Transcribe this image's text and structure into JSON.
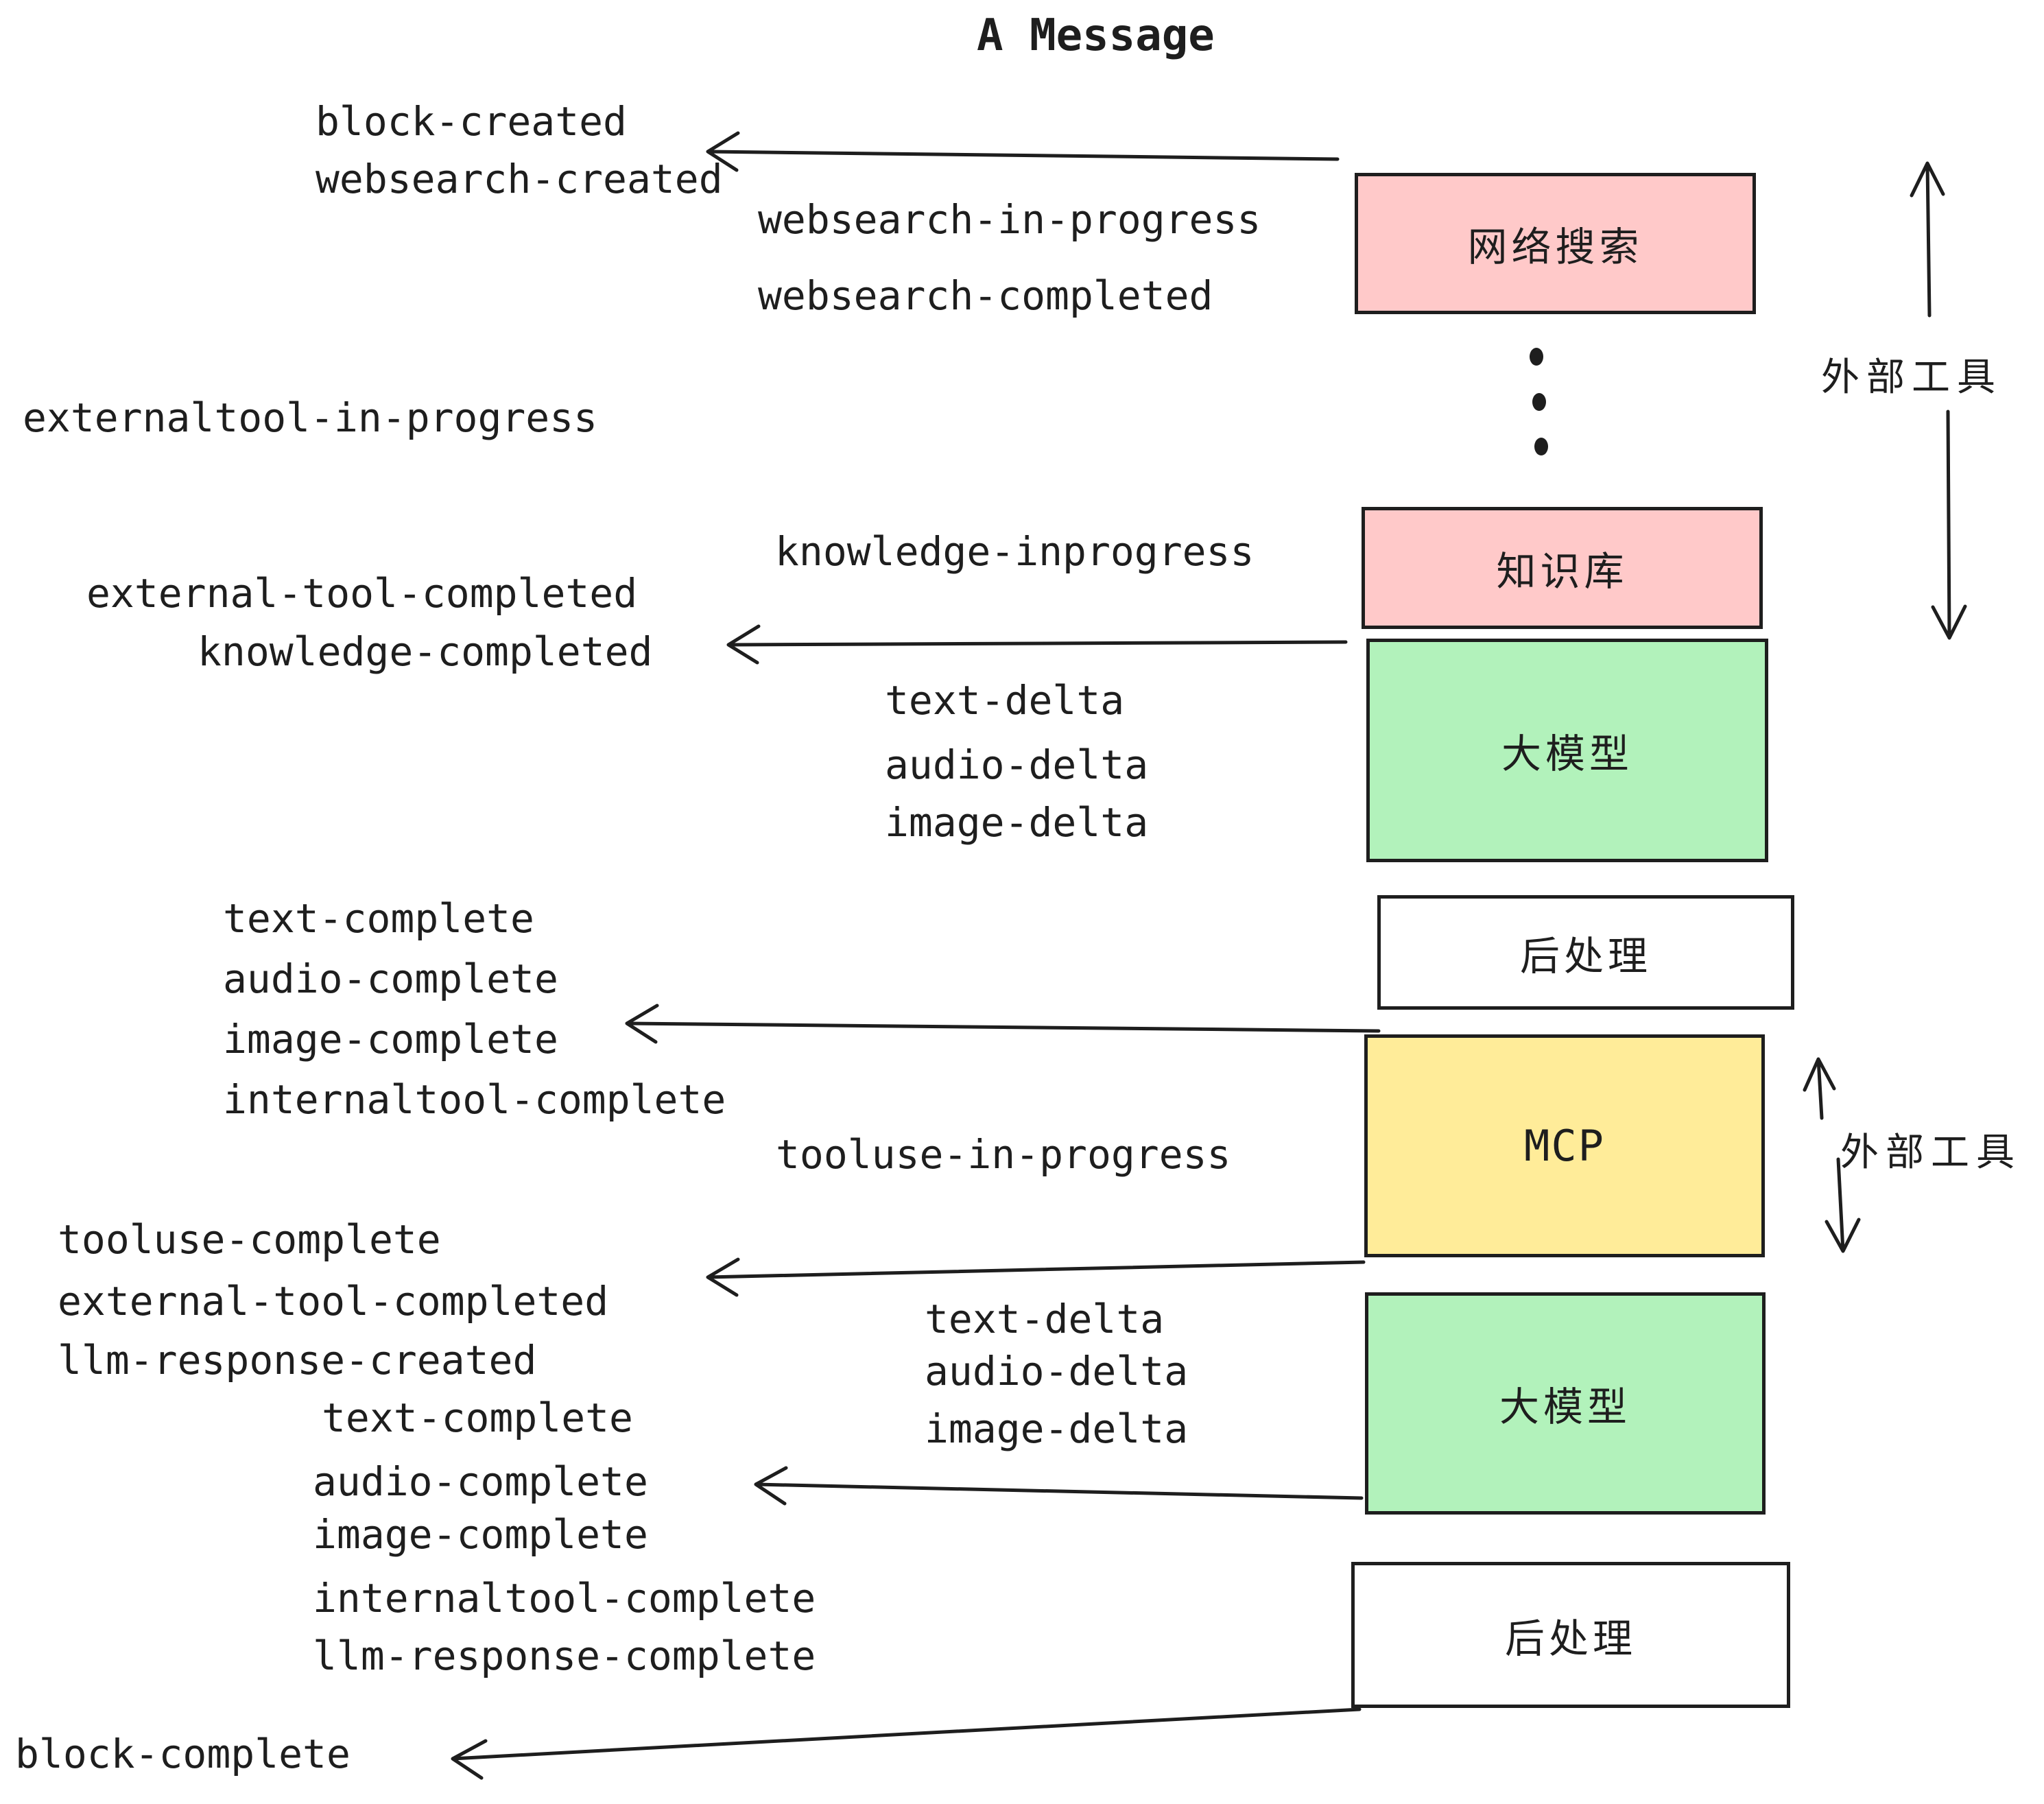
{
  "title": "A Message",
  "colors": {
    "pink": "#FFC9C9",
    "green": "#B2F2BB",
    "yellow": "#FFEC99",
    "white": "#FFFFFF",
    "stroke": "#1e1e1e",
    "background": "#FFFFFF"
  },
  "boxes": {
    "websearch": "网络搜索",
    "knowledge": "知识库",
    "llm": "大模型",
    "postprocess": "后处理",
    "mcp": "MCP"
  },
  "labels": {
    "external_tools": "外部工具"
  },
  "events": {
    "block_created": "block-created",
    "websearch_created": "websearch-created",
    "websearch_in_progress": "websearch-in-progress",
    "websearch_completed": "websearch-completed",
    "externaltool_in_progress": "externaltool-in-progress",
    "knowledge_inprogress": "knowledge-inprogress",
    "external_tool_completed": "external-tool-completed",
    "knowledge_completed": "knowledge-completed",
    "text_delta": "text-delta",
    "audio_delta": "audio-delta",
    "image_delta": "image-delta",
    "text_complete": "text-complete",
    "audio_complete": "audio-complete",
    "image_complete": "image-complete",
    "internaltool_complete": "internaltool-complete",
    "tooluse_in_progress": "tooluse-in-progress",
    "tooluse_complete": "tooluse-complete",
    "llm_response_created": "llm-response-created",
    "llm_response_complete": "llm-response-complete",
    "block_complete": "block-complete"
  }
}
